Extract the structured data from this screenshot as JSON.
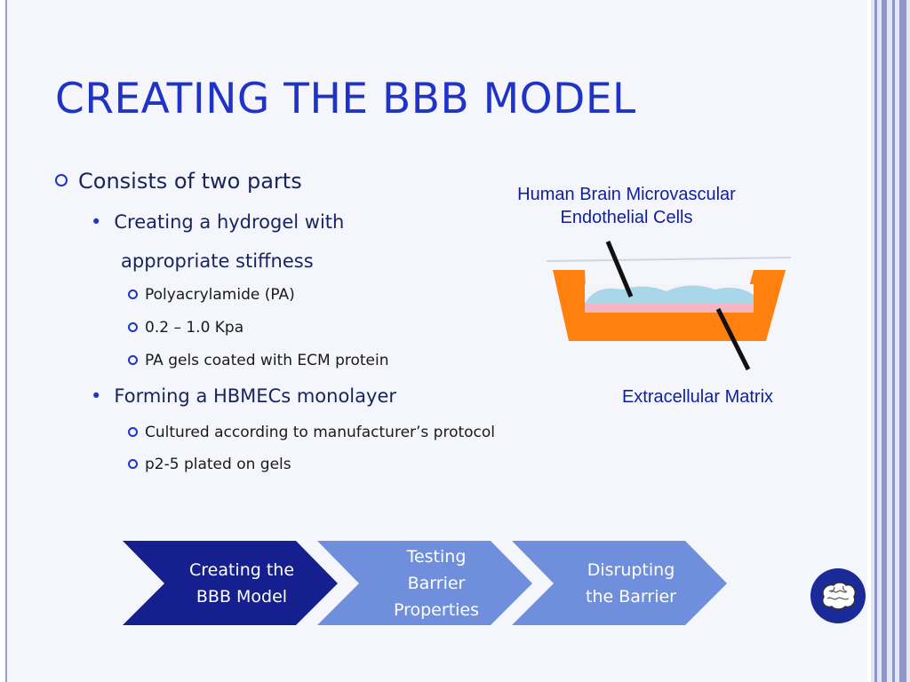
{
  "slide": {
    "title": "CREATING THE BBB MODEL",
    "bullets": {
      "b1": "Consists of two parts",
      "b1a": "Creating a hydrogel with",
      "b1a_cont": "appropriate stiffness",
      "b1a_1": "Polyacrylamide (PA)",
      "b1a_2": "0.2 – 1.0 Kpa",
      "b1a_3": "PA gels coated with ECM protein",
      "b1b": "Forming a HBMECs monolayer",
      "b1b_1": "Cultured according to manufacturer’s protocol",
      "b1b_2": "p2-5 plated on gels"
    },
    "diagram": {
      "top_label_line1": "Human Brain Microvascular",
      "top_label_line2": "Endothelial Cells",
      "bottom_label": "Extracellular Matrix"
    },
    "flow": {
      "step1_line1": "Creating the",
      "step1_line2": "BBB Model",
      "step2_line1": "Testing",
      "step2_line2": "Barrier",
      "step2_line3": "Properties",
      "step3_line1": "Disrupting",
      "step3_line2": "the Barrier"
    },
    "icons": {
      "badge": "brain-icon"
    },
    "colors": {
      "title": "#1f34c7",
      "chevron_active": "#15208e",
      "chevron_inactive": "#6f8fdc",
      "dish": "#ff7f0f",
      "cells": "#a9d7ea",
      "matrix": "#f3b6c2"
    }
  }
}
